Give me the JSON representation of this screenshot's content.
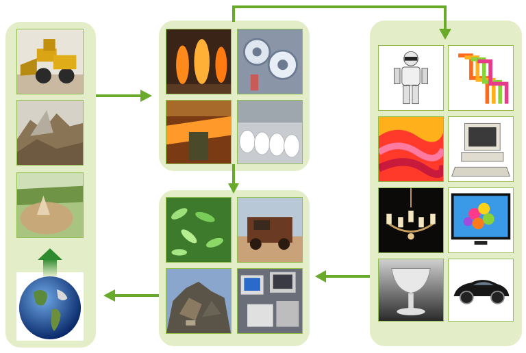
{
  "colors": {
    "panel": "#e3edc8",
    "arrow": "#6aaa2a",
    "frame": "#8fbf4a"
  },
  "stages": [
    {
      "key": "extraction",
      "photos": [
        "bulldozer",
        "mining-debris",
        "mine-site"
      ]
    },
    {
      "key": "processing",
      "photos": [
        "molten-steel",
        "metal-coils",
        "hot-rolling",
        "paper-rolls"
      ]
    },
    {
      "key": "products",
      "photos": [
        "robot",
        "stacked-chairs",
        "red-fabric",
        "desktop-computer",
        "chandelier",
        "flatscreen-tv",
        "crystal-goblet",
        "hybrid-car"
      ]
    },
    {
      "key": "waste",
      "photos": [
        "green-glass-bottles",
        "rusted-car",
        "scrap-metal-heap",
        "discarded-monitors"
      ]
    }
  ],
  "return_target": "earth-globe"
}
